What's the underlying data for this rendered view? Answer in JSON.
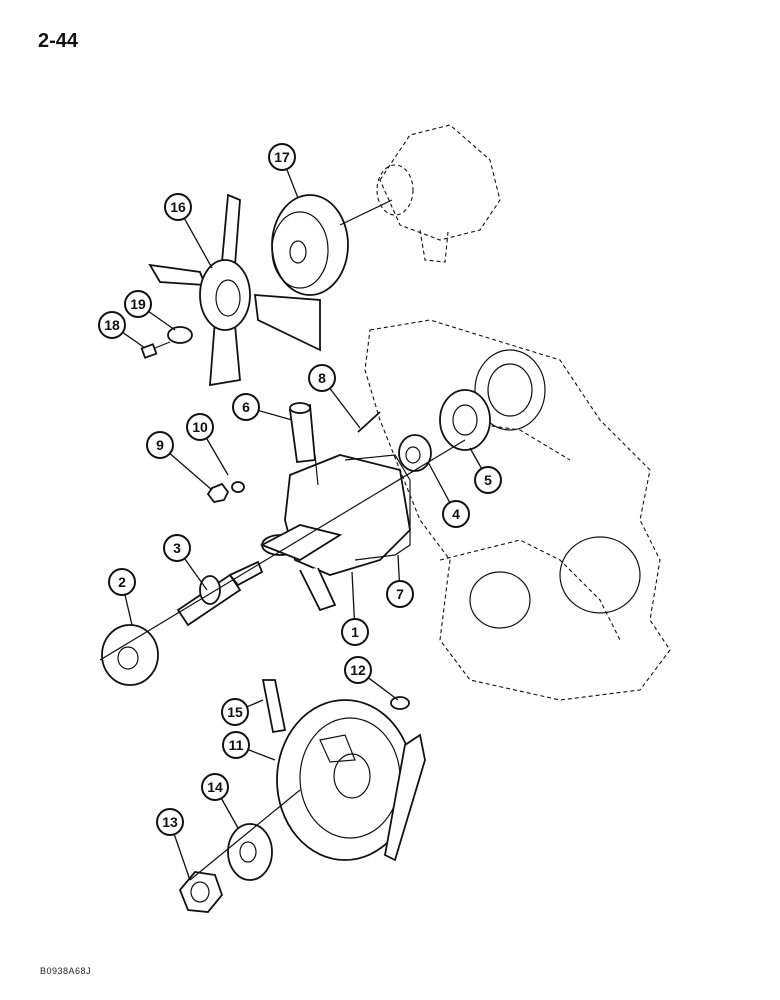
{
  "page_number": "2-44",
  "figure_code": "B0938A68J",
  "callouts": [
    "1",
    "2",
    "3",
    "4",
    "5",
    "6",
    "7",
    "8",
    "9",
    "10",
    "11",
    "12",
    "13",
    "14",
    "15",
    "16",
    "17",
    "18",
    "19"
  ]
}
